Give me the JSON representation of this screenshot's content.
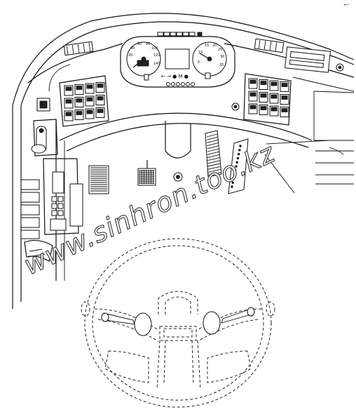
{
  "watermark": {
    "text": "www.sinhron.too.kz"
  },
  "corner_mark": {
    "text": "⌐-"
  },
  "cluster": {
    "left_gauge_labels": [
      "20",
      "40",
      "60",
      "80",
      "100",
      "120",
      "140"
    ],
    "right_gauge_labels": [
      "5",
      "10",
      "15",
      "20",
      "25",
      "30",
      "35"
    ],
    "center_symbols": "← → ● M ●"
  },
  "icons": {
    "master_switch": "power-switch-icon",
    "steering_wheel": "steering-wheel-icon"
  }
}
